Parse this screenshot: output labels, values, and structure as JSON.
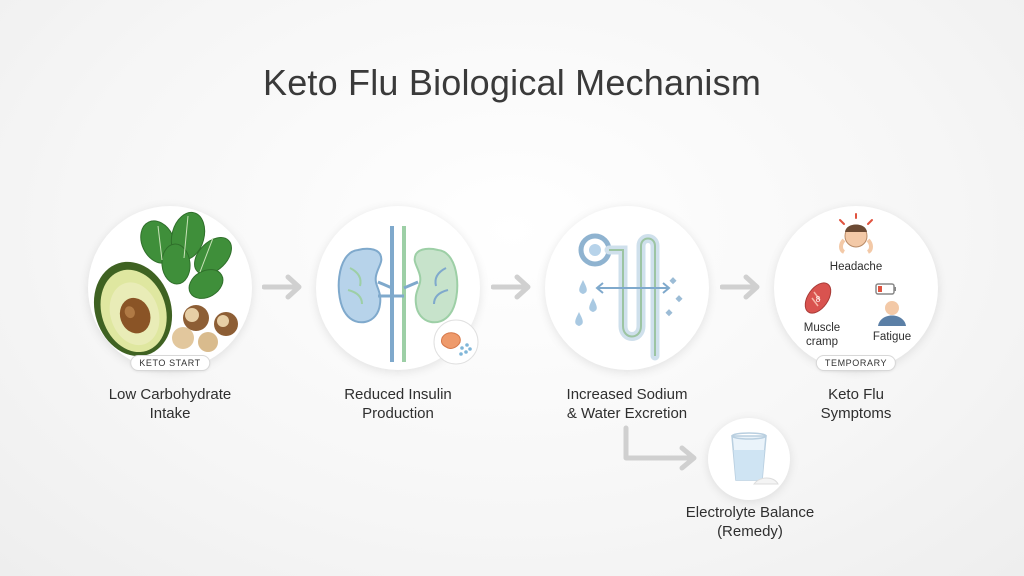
{
  "title": "Keto Flu Biological Mechanism",
  "steps": [
    {
      "label_line1": "Low Carbohydrate",
      "label_line2": "Intake",
      "badge": "KETO START"
    },
    {
      "label_line1": "Reduced Insulin",
      "label_line2": "Production"
    },
    {
      "label_line1": "Increased Sodium",
      "label_line2": "& Water Excretion"
    },
    {
      "label_line1": "Keto Flu",
      "label_line2": "Symptoms",
      "badge": "TEMPORARY"
    }
  ],
  "symptoms": {
    "headache": "Headache",
    "muscle_cramp_line1": "Muscle",
    "muscle_cramp_line2": "cramp",
    "fatigue": "Fatigue"
  },
  "remedy": {
    "label_line1": "Electrolyte Balance",
    "label_line2": "(Remedy)"
  },
  "colors": {
    "arrow": "#d0d0d0",
    "kidney_blue": "#7fa9cc",
    "kidney_green": "#9dcfa6",
    "avocado_green": "#4e7a2c",
    "spinach": "#3f8f3a"
  }
}
